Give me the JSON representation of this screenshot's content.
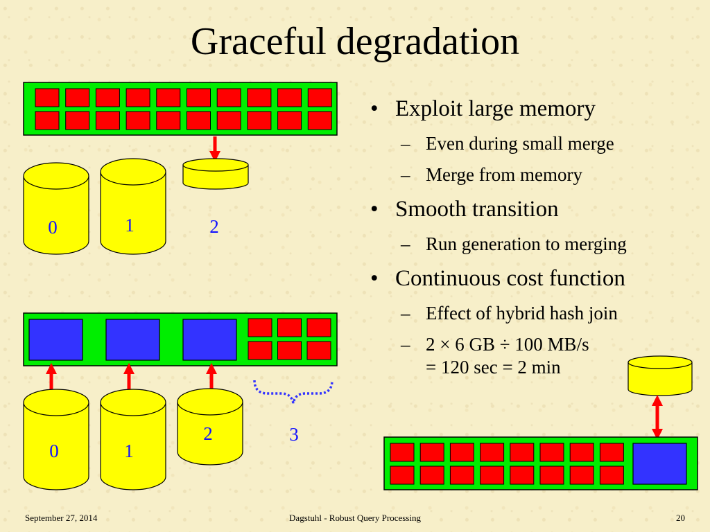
{
  "slide": {
    "title": "Graceful degradation",
    "bullets": [
      {
        "text": "Exploit large memory",
        "subs": [
          "Even during small merge",
          "Merge from memory"
        ]
      },
      {
        "text": "Smooth transition",
        "subs": [
          "Run generation to merging"
        ]
      },
      {
        "text": "Continuous cost function",
        "subs": [
          "Effect of hybrid hash join",
          "2 × 6 GB ÷ 100 MB/s",
          "= 120 sec = 2 min"
        ]
      }
    ],
    "footer": {
      "date": "September 27, 2014",
      "center": "Dagstuhl - Robust Query Processing",
      "page": "20"
    }
  },
  "diagram": {
    "colors": {
      "memory": "#00ee00",
      "block": "#ff0000",
      "disk": "#ffff00",
      "buffer": "#3333ff",
      "arrow": "#ff0000",
      "brace": "#3333ff",
      "label_blue": "#1010ff"
    },
    "top": {
      "disk_labels": [
        "0",
        "1",
        "2"
      ]
    },
    "middle": {
      "disk_labels": [
        "0",
        "1",
        "2"
      ],
      "brace_label": "3"
    }
  }
}
